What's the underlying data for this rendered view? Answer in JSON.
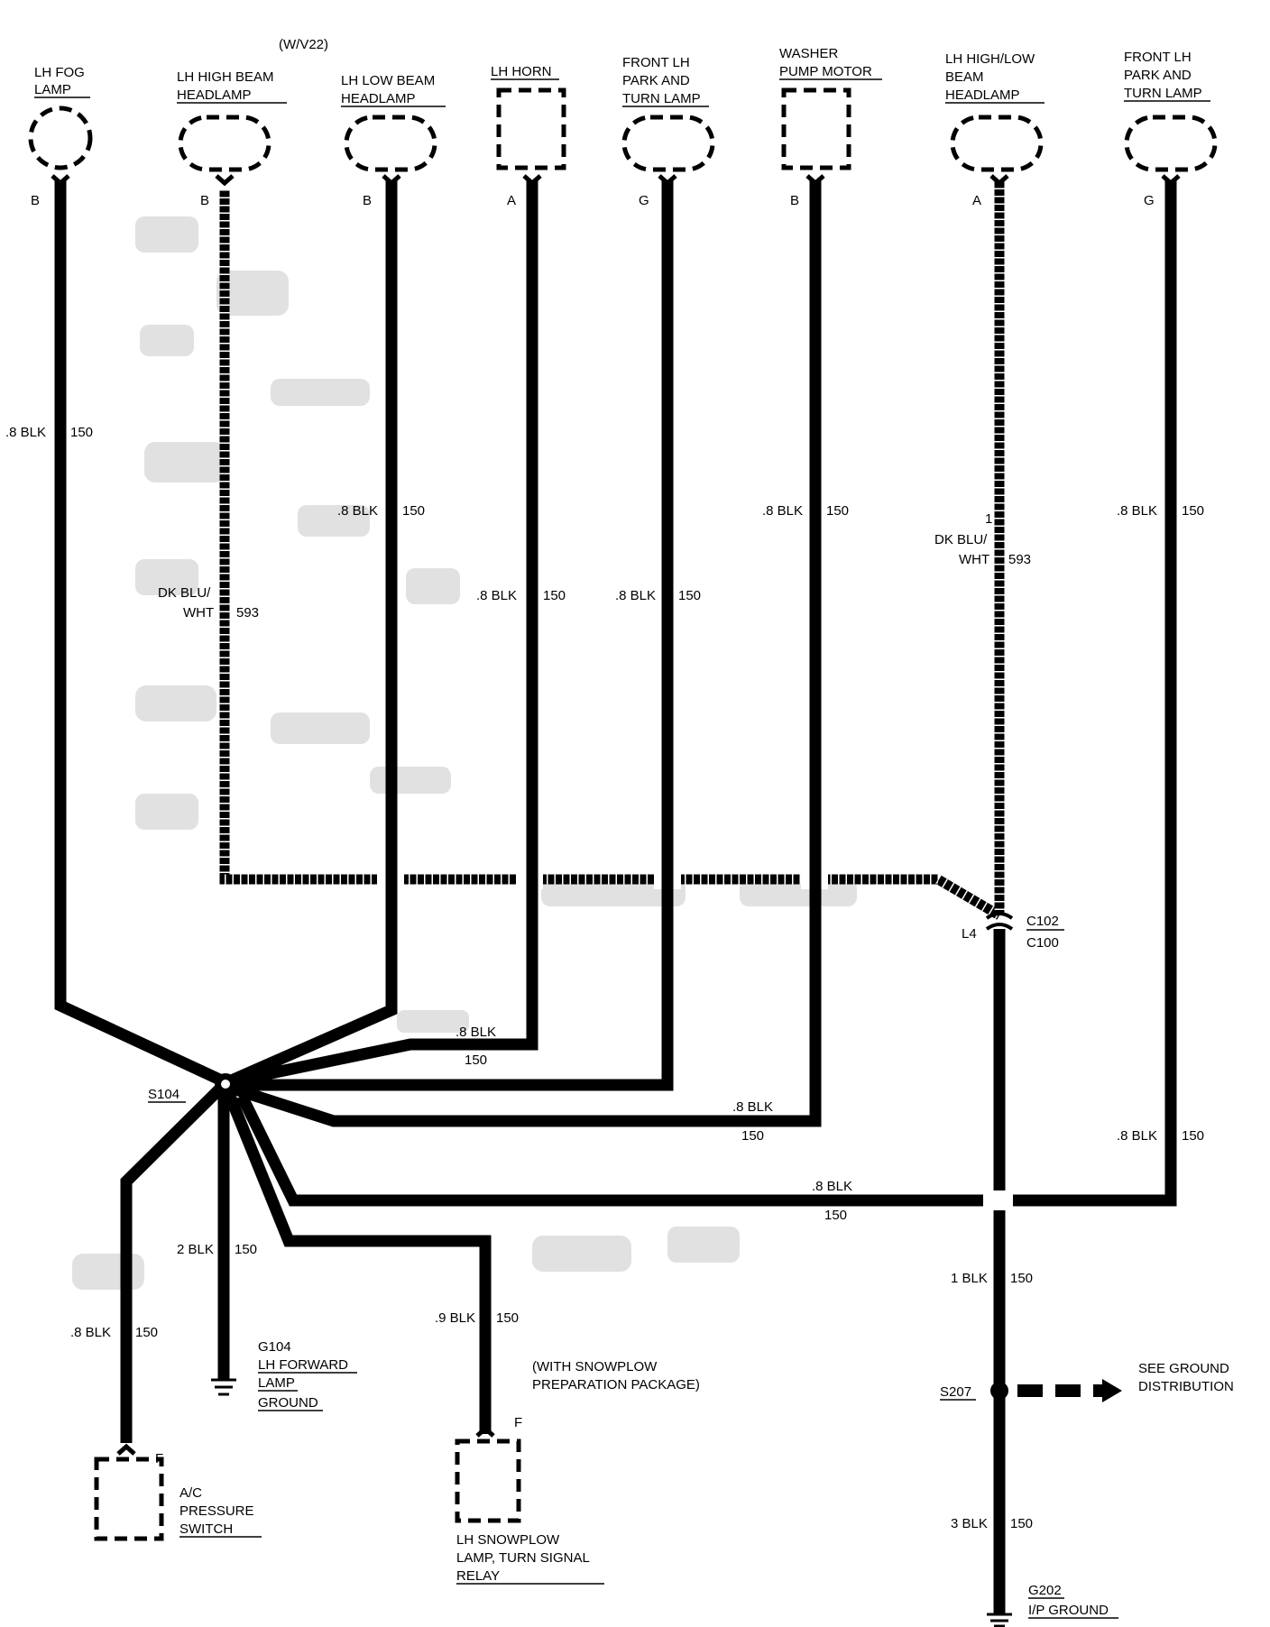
{
  "variant_note": "(W/V22)",
  "components": {
    "lh_fog_lamp": {
      "lines": [
        "LH FOG",
        "LAMP"
      ],
      "pin": "B"
    },
    "lh_high_beam_headlamp": {
      "lines": [
        "LH  HIGH BEAM",
        "HEADLAMP"
      ],
      "pin": "B"
    },
    "lh_low_beam_headlamp": {
      "lines": [
        "LH LOW BEAM",
        "HEADLAMP"
      ],
      "pin": "B"
    },
    "lh_horn": {
      "lines": [
        "LH HORN"
      ],
      "pin": "A"
    },
    "front_lh_park_turn_lamp_1": {
      "lines": [
        "FRONT LH",
        "PARK AND",
        "TURN LAMP"
      ],
      "pin": "G"
    },
    "washer_pump_motor": {
      "lines": [
        "WASHER",
        "PUMP MOTOR"
      ],
      "pin": "B"
    },
    "lh_high_low_beam_headlamp": {
      "lines": [
        "LH HIGH/LOW",
        "BEAM",
        "HEADLAMP"
      ],
      "pin": "A"
    },
    "front_lh_park_turn_lamp_2": {
      "lines": [
        "FRONT LH",
        "PARK AND",
        "TURN LAMP"
      ],
      "pin": "G"
    },
    "ac_pressure_switch": {
      "lines": [
        "A/C",
        "PRESSURE",
        "SWITCH"
      ],
      "pin": "F"
    },
    "lh_snowplow_relay": {
      "lines": [
        "LH SNOWPLOW",
        "LAMP, TURN SIGNAL",
        "RELAY"
      ],
      "pin": "F"
    }
  },
  "wires": {
    "fog": {
      "size": ".8 BLK",
      "circuit": "150"
    },
    "high_beam_size": "DK BLU/",
    "high_beam_color": "WHT",
    "high_beam_circuit": "593",
    "low_beam": {
      "size": ".8 BLK",
      "circuit": "150"
    },
    "horn": {
      "size": ".8 BLK",
      "circuit": "150"
    },
    "park1": {
      "size": ".8 BLK",
      "circuit": "150"
    },
    "washer": {
      "size": ".8 BLK",
      "circuit": "150"
    },
    "hilo_gauge": "1",
    "hilo_color1": "DK BLU/",
    "hilo_color2": "WHT",
    "hilo_circuit": "593",
    "park2": {
      "size": ".8 BLK",
      "circuit": "150"
    },
    "horn_branch": {
      "size": ".8 BLK",
      "circuit": "150"
    },
    "washer_branch": {
      "size": ".8 BLK",
      "circuit": "150"
    },
    "park2_branch_upper": {
      "size": ".8 BLK",
      "circuit": "150"
    },
    "park2_branch_lower": {
      "size": ".8 BLK",
      "circuit": "150"
    },
    "ground_g104": {
      "size": "2 BLK",
      "circuit": "150"
    },
    "ac": {
      "size": ".8 BLK",
      "circuit": "150"
    },
    "snowplow": {
      "size": ".9 BLK",
      "circuit": "150"
    },
    "c102_down": {
      "size": "1 BLK",
      "circuit": "150"
    },
    "s207_down": {
      "size": "3 BLK",
      "circuit": "150"
    }
  },
  "splices": {
    "s104": "S104",
    "s207": "S207"
  },
  "connector": {
    "pin": "L4",
    "top": "C102",
    "bottom": "C100"
  },
  "grounds": {
    "g104": {
      "lines": [
        "G104",
        "LH FORWARD",
        "LAMP",
        "GROUND"
      ]
    },
    "g202": {
      "lines": [
        "G202",
        "I/P GROUND"
      ]
    }
  },
  "notes": {
    "snowplow": [
      "(WITH SNOWPLOW",
      "PREPARATION PACKAGE)"
    ],
    "ground_ref": [
      "SEE GROUND",
      "DISTRIBUTION"
    ]
  }
}
